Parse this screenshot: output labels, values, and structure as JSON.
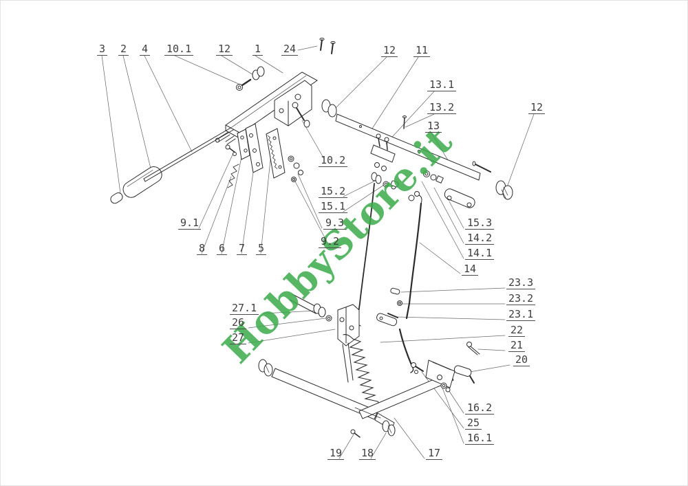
{
  "watermark": {
    "text": "HobbyStore.it",
    "color": "#3aaa4a"
  },
  "diagram": {
    "line_color": "#2b2b2b",
    "label_color": "#3d3d3d"
  },
  "labels": [
    {
      "text": "3"
    },
    {
      "text": "2"
    },
    {
      "text": "4"
    },
    {
      "text": "10.1"
    },
    {
      "text": "12"
    },
    {
      "text": "1"
    },
    {
      "text": "24"
    },
    {
      "text": "12"
    },
    {
      "text": "11"
    },
    {
      "text": "13.1"
    },
    {
      "text": "13.2"
    },
    {
      "text": "13"
    },
    {
      "text": "12"
    },
    {
      "text": "10.2"
    },
    {
      "text": "15.2"
    },
    {
      "text": "15.1"
    },
    {
      "text": "9.1"
    },
    {
      "text": "9.3"
    },
    {
      "text": "9.2"
    },
    {
      "text": "8"
    },
    {
      "text": "6"
    },
    {
      "text": "7"
    },
    {
      "text": "5"
    },
    {
      "text": "15.3"
    },
    {
      "text": "14.2"
    },
    {
      "text": "14.1"
    },
    {
      "text": "14"
    },
    {
      "text": "23.3"
    },
    {
      "text": "23.2"
    },
    {
      "text": "23.1"
    },
    {
      "text": "22"
    },
    {
      "text": "21"
    },
    {
      "text": "20"
    },
    {
      "text": "27.1"
    },
    {
      "text": "26"
    },
    {
      "text": "27"
    },
    {
      "text": "16.2"
    },
    {
      "text": "25"
    },
    {
      "text": "16.1"
    },
    {
      "text": "17"
    },
    {
      "text": "19"
    },
    {
      "text": "18"
    }
  ]
}
